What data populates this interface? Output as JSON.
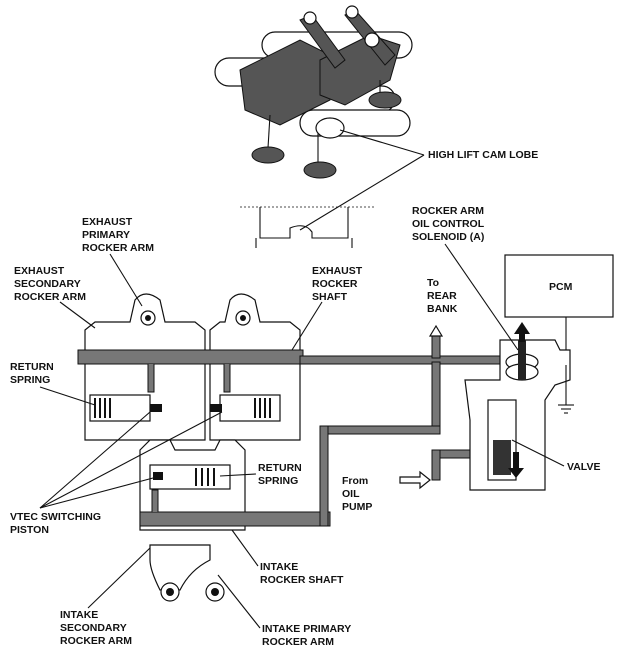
{
  "labels": {
    "high_lift_cam_lobe": "HIGH LIFT CAM LOBE",
    "exhaust_primary": [
      "EXHAUST",
      "PRIMARY",
      "ROCKER ARM"
    ],
    "rocker_solenoid": [
      "ROCKER ARM",
      "OIL CONTROL",
      "SOLENOID (A)"
    ],
    "exhaust_secondary": [
      "EXHAUST",
      "SECONDARY",
      "ROCKER ARM"
    ],
    "exhaust_shaft": [
      "EXHAUST",
      "ROCKER",
      "SHAFT"
    ],
    "to_rear_bank": [
      "To",
      "REAR",
      "BANK"
    ],
    "pcm": "PCM",
    "return_spring_left": [
      "RETURN",
      "SPRING"
    ],
    "return_spring_right": [
      "RETURN",
      "SPRING"
    ],
    "valve": "VALVE",
    "from_oil_pump": [
      "From",
      "OIL",
      "PUMP"
    ],
    "vtec_piston": [
      "VTEC SWITCHING",
      "PISTON"
    ],
    "intake_shaft": [
      "INTAKE",
      "ROCKER SHAFT"
    ],
    "intake_secondary": [
      "INTAKE",
      "SECONDARY",
      "ROCKER ARM"
    ],
    "intake_primary": [
      "INTAKE PRIMARY",
      "ROCKER ARM"
    ]
  }
}
